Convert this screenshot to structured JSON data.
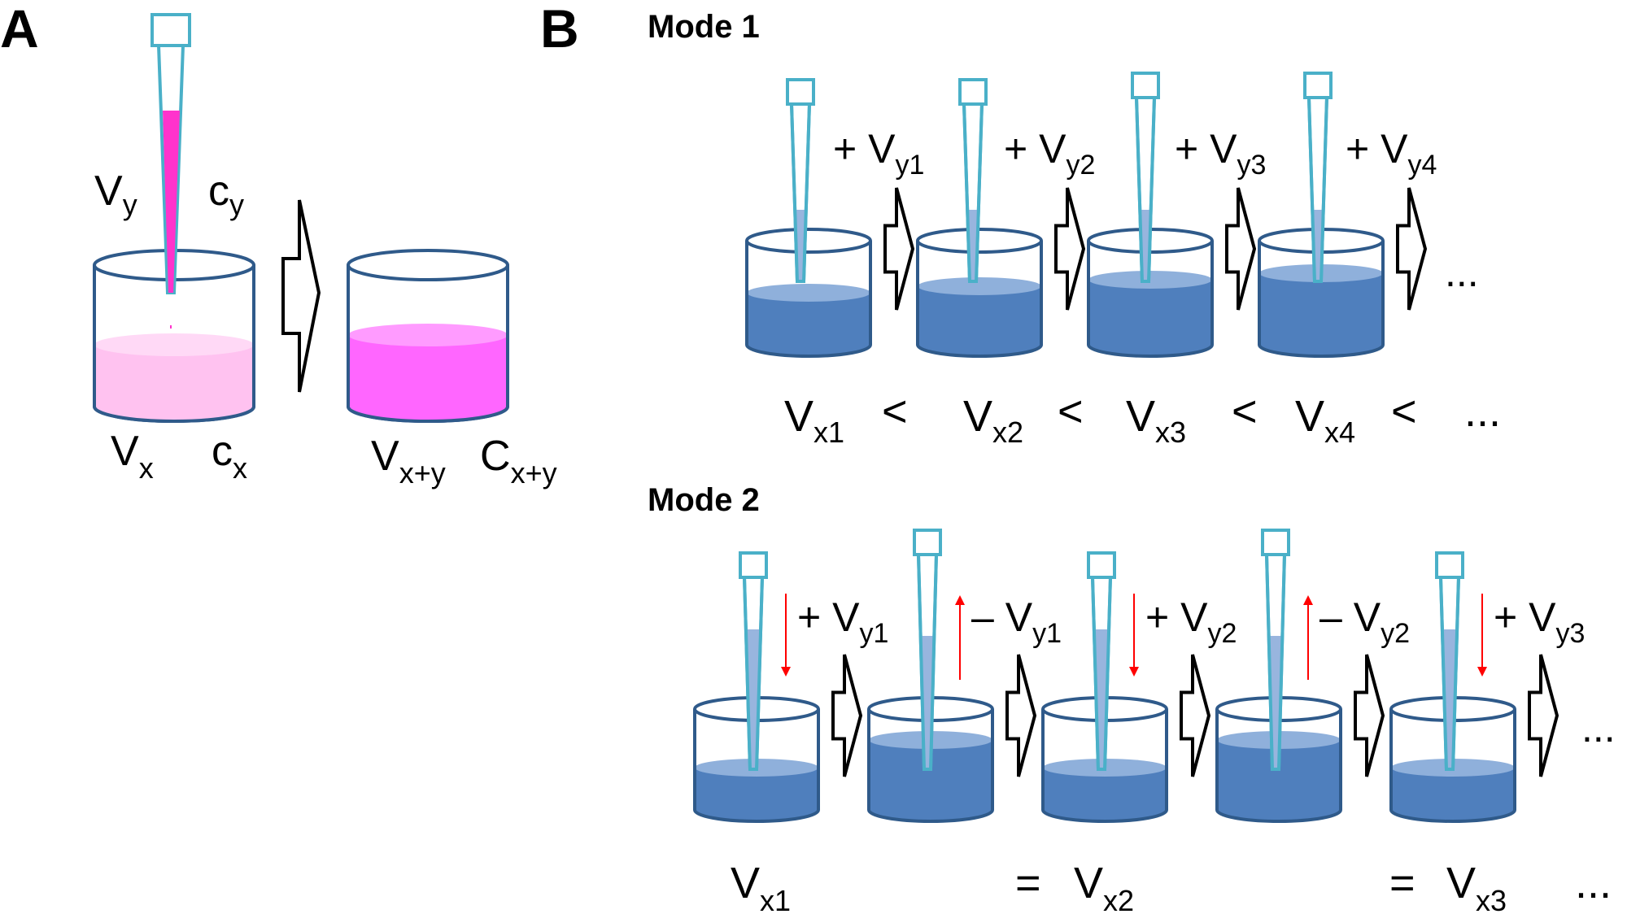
{
  "colors": {
    "outline": "#2f5a8a",
    "pipette": "#4ab0c8",
    "pink_light": "#ffc2f0",
    "pink_light_top": "#ffd9f6",
    "pink_strong": "#ff66ff",
    "pink_strong_top": "#ff9bff",
    "pipette_pink": "#ff33cc",
    "blue_liquid": "#4f7fbd",
    "blue_top": "#8fb0db",
    "pipette_blue": "#98b5de",
    "red_arrow": "#ff0000"
  },
  "panel_a": {
    "letter": "A",
    "pipette": {
      "volume": "V",
      "volume_sub": "y",
      "conc": "c",
      "conc_sub": "y"
    },
    "initial": {
      "volume": "V",
      "volume_sub": "x",
      "conc": "c",
      "conc_sub": "x"
    },
    "final": {
      "volume": "V",
      "volume_sub": "x+y",
      "conc": "C",
      "conc_sub": "x+y"
    }
  },
  "panel_b": {
    "letter": "B",
    "mode1": {
      "title": "Mode 1",
      "additions": [
        {
          "sign": "+",
          "v": "V",
          "sub": "y1"
        },
        {
          "sign": "+",
          "v": "V",
          "sub": "y2"
        },
        {
          "sign": "+",
          "v": "V",
          "sub": "y3"
        },
        {
          "sign": "+",
          "v": "V",
          "sub": "y4"
        }
      ],
      "ellipsis": "...",
      "relation": [
        {
          "v": "V",
          "sub": "x1"
        },
        {
          "op": "<"
        },
        {
          "v": "V",
          "sub": "x2"
        },
        {
          "op": "<"
        },
        {
          "v": "V",
          "sub": "x3"
        },
        {
          "op": "<"
        },
        {
          "v": "V",
          "sub": "x4"
        },
        {
          "op": "<"
        },
        {
          "op": "..."
        }
      ]
    },
    "mode2": {
      "title": "Mode 2",
      "steps": [
        {
          "sign": "+",
          "v": "V",
          "sub": "y1",
          "direction": "down"
        },
        {
          "sign": "–",
          "v": "V",
          "sub": "y1",
          "direction": "up"
        },
        {
          "sign": "+",
          "v": "V",
          "sub": "y2",
          "direction": "down"
        },
        {
          "sign": "–",
          "v": "V",
          "sub": "y2",
          "direction": "up"
        },
        {
          "sign": "+",
          "v": "V",
          "sub": "y3",
          "direction": "down"
        }
      ],
      "ellipsis": "...",
      "relation": [
        {
          "v": "V",
          "sub": "x1"
        },
        {
          "op": "="
        },
        {
          "v": "V",
          "sub": "x2"
        },
        {
          "op": "="
        },
        {
          "v": "V",
          "sub": "x3"
        },
        {
          "op": "..."
        }
      ]
    }
  }
}
